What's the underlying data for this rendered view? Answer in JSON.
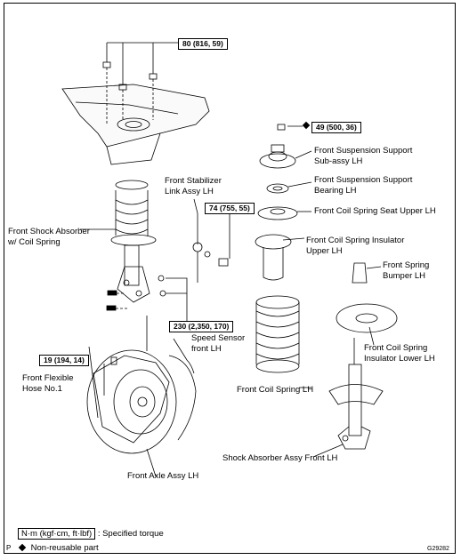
{
  "torque_callouts": {
    "upper_nuts": "80 (816, 59)",
    "support_nut": "49 (500, 36)",
    "stabilizer_nut": "74 (755, 55)",
    "knuckle_bolts": "230 (2,350, 170)",
    "hose_bolt": "19 (194, 14)"
  },
  "parts": {
    "support": "Front Suspension Support\nSub-assy  LH",
    "bearing": "Front Suspension Support\nBearing LH",
    "seat_upper": "Front Coil Spring Seat Upper LH",
    "insulator": "Front Coil Spring Insulator\nUpper LH",
    "bumper": "Front Spring\nBumper LH",
    "stabilizer_link": "Front Stabilizer\nLink Assy LH",
    "shock_coil": "Front Shock Absorber\nw/ Coil Spring",
    "speed_sensor": "Speed  Sensor\nfront LH",
    "flex_hose": "Front Flexible\nHose No.1",
    "coil_spring": "Front Coil Spring LH",
    "insulator_lower": "Front Coil Spring\nInsulator Lower LH",
    "shock_assy": "Shock Absorber Assy Front LH",
    "axle": "Front Axle Assy LH"
  },
  "legend": {
    "torque_unit": "N·m (kgf·cm, ft·lbf)",
    "torque_desc": ": Specified torque",
    "nonreusable_desc": "Non-reusable part"
  },
  "footer": {
    "left_mark": "P",
    "code": "G29282"
  }
}
